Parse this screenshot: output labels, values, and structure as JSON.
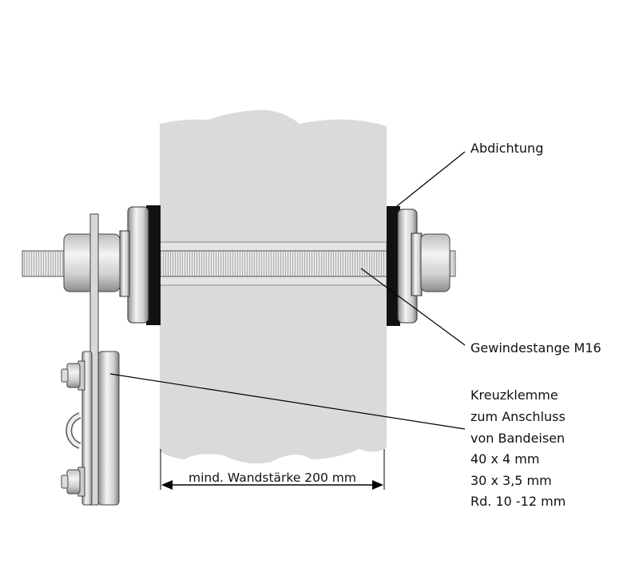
{
  "labels": {
    "sealing": "Abdichtung",
    "threaded_rod": "Gewindestange M16",
    "cross_clamp": [
      "Kreuzklemme",
      "zum Anschluss",
      "von Bandeisen",
      "40 x 4 mm",
      "30 x 3,5 mm",
      "Rd. 10 -12 mm"
    ]
  },
  "dimension": {
    "label": "mind. Wandstärke 200 mm"
  },
  "colors": {
    "wall": "#dadada",
    "gasket": "#111111",
    "steel_light": "#f2f2f2",
    "steel_dark": "#8a8a8a",
    "line": "#000000"
  }
}
